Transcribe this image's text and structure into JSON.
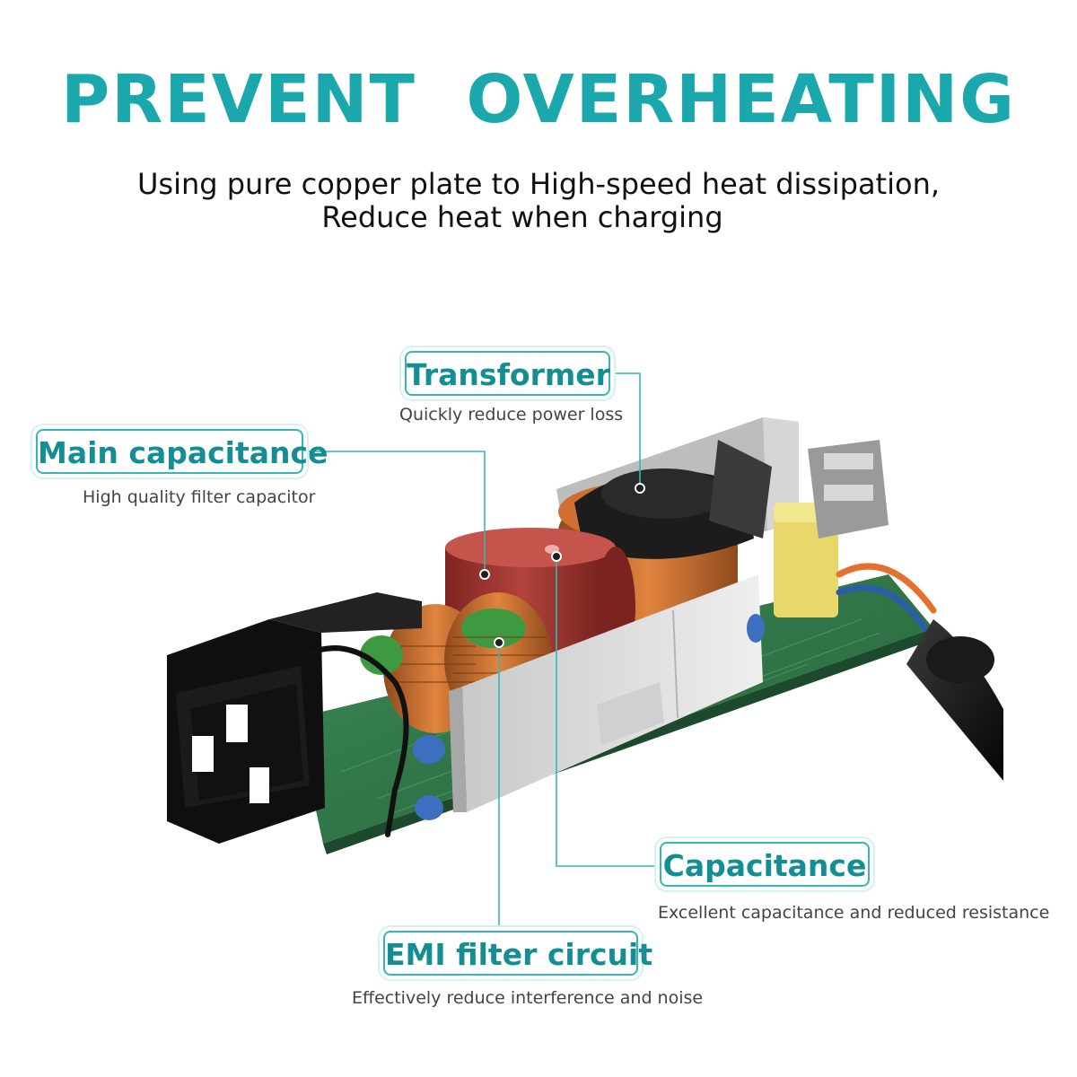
{
  "header": {
    "title": "PREVENT  OVERHEATING",
    "subtitle_line1": "Using pure copper plate to High-speed heat dissipation,",
    "subtitle_line2": "Reduce heat when charging"
  },
  "callouts": {
    "transformer": {
      "label": "Transformer",
      "description": "Quickly reduce power loss"
    },
    "main_capacitance": {
      "label": "Main capacitance",
      "description": "High quality filter capacitor"
    },
    "capacitance": {
      "label": "Capacitance",
      "description": "Excellent capacitance and reduced resistance"
    },
    "emi_filter": {
      "label": "EMI filter circuit",
      "description": "Effectively reduce interference and noise"
    }
  },
  "colors": {
    "accent": "#1ba8ad",
    "callout_border": "#35b6bb",
    "pcb_green": "#2f7a47",
    "copper": "#c9743a",
    "capacitor_red": "#9e2f2b"
  }
}
